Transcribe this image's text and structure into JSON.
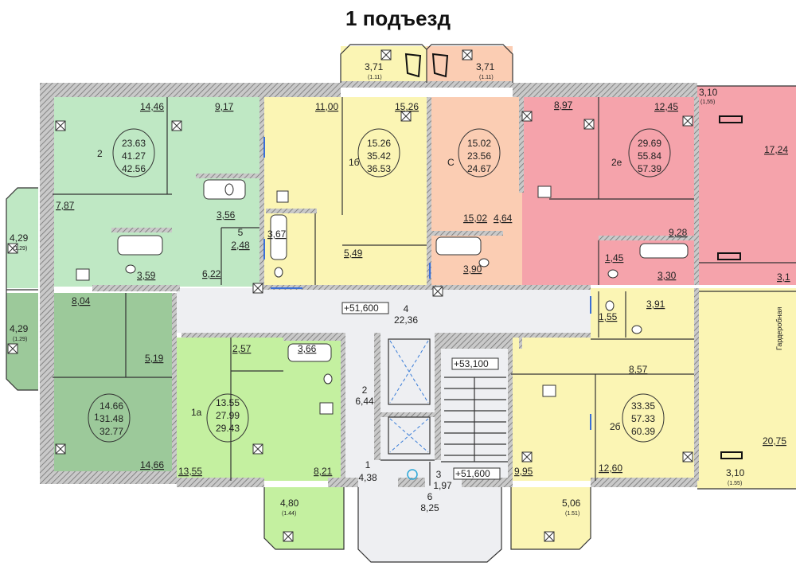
{
  "title": "1 подъезд",
  "colors": {
    "green": "#bfe8c4",
    "green_dark": "#9cc99a",
    "green_light": "#c4f0a0",
    "yellow": "#fbf5b4",
    "salmon": "#fbcdb3",
    "pink": "#f5a3ab",
    "corridor": "#eeeff2",
    "wall": "#9a9a9a"
  },
  "balconies": [
    {
      "id": "b-top-left",
      "area": "3,71",
      "coef": "(1.11)"
    },
    {
      "id": "b-top-right",
      "area": "3,71",
      "coef": "(1.11)"
    },
    {
      "id": "b-right-top",
      "area": "3,10",
      "coef": "(1,55)"
    },
    {
      "id": "b-left-top",
      "area": "4,29",
      "coef": "(1.29)"
    },
    {
      "id": "b-left-bottom",
      "area": "4,29",
      "coef": "(1.29)"
    },
    {
      "id": "b-bottom-left",
      "area": "4,80",
      "coef": "(1.44)"
    },
    {
      "id": "b-bottom-right",
      "area": "5,06",
      "coef": "(1.51)"
    },
    {
      "id": "b-right-bottom",
      "area": "3,10",
      "coef": "(1.55)"
    }
  ],
  "apartments": [
    {
      "id": "2",
      "label": "2",
      "areas": [
        "23.63",
        "41.27",
        "42.56"
      ]
    },
    {
      "id": "1b",
      "label": "1б",
      "areas": [
        "15.26",
        "35.42",
        "36.53"
      ]
    },
    {
      "id": "c",
      "label": "С",
      "areas": [
        "15.02",
        "23.56",
        "24.67"
      ]
    },
    {
      "id": "2e",
      "label": "2е",
      "areas": [
        "29.69",
        "55.84",
        "57.39"
      ]
    },
    {
      "id": "1",
      "label": "1",
      "areas": [
        "14.66",
        "31.48",
        "32.77"
      ]
    },
    {
      "id": "1a",
      "label": "1а",
      "areas": [
        "13.55",
        "27.99",
        "29.43"
      ]
    },
    {
      "id": "2b",
      "label": "2б",
      "areas": [
        "33.35",
        "57.33",
        "60.39"
      ]
    }
  ],
  "rooms": [
    "14,46",
    "9,17",
    "7,87",
    "3,56",
    "3,59",
    "6,22",
    "8,04",
    "5,19",
    "14,66",
    "11,00",
    "15,26",
    "3,67",
    "5,49",
    "15,02",
    "4,64",
    "3,90",
    "8,97",
    "12,45",
    "17,24",
    "9,28",
    "1,45",
    "3,30",
    "3,1",
    "2,57",
    "3,66",
    "13,55",
    "8,21",
    "3,91",
    "1,55",
    "8,57",
    "9,95",
    "12,60",
    "20,75"
  ],
  "common": [
    {
      "id": "5",
      "num": "5",
      "area": "2,48"
    },
    {
      "id": "4",
      "num": "4",
      "area": "22,36"
    },
    {
      "id": "2",
      "num": "2",
      "area": "6,44"
    },
    {
      "id": "1",
      "num": "1",
      "area": "4,38"
    },
    {
      "id": "3",
      "num": "3",
      "area": "1,97"
    },
    {
      "id": "6",
      "num": "6",
      "area": "8,25"
    }
  ],
  "levels": [
    "+51,600",
    "+53,100",
    "+51,600"
  ],
  "wardrobe": "Гардеробная"
}
